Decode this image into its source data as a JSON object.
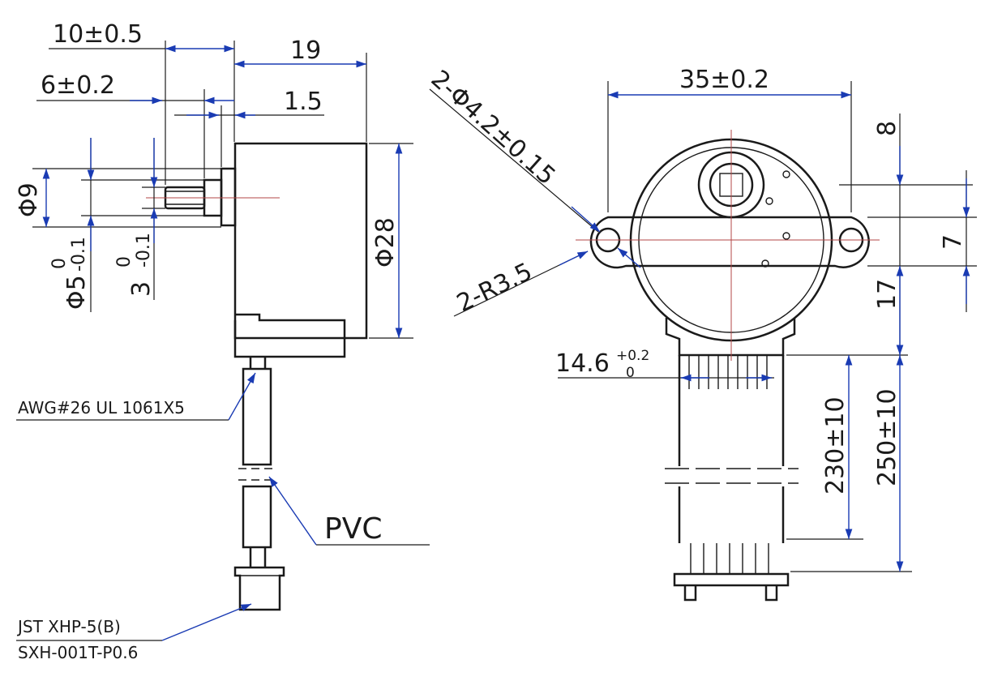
{
  "colors": {
    "line": "#1a1a1a",
    "arrow": "#1a3bb3",
    "centerline": "#b34747",
    "background": "#ffffff"
  },
  "side_view": {
    "dim_10": "10±0.5",
    "dim_19": "19",
    "dim_6": "6±0.2",
    "dim_1_5": "1.5",
    "dim_d9": "Φ9",
    "dim_d28": "Φ28",
    "dim_d5_base": "Φ5",
    "dim_d5_tol_upper": "0",
    "dim_d5_tol_lower": "-0.1",
    "dim_3_base": "3",
    "dim_3_tol_upper": "0",
    "dim_3_tol_lower": "-0.1",
    "wire_note": "AWG#26 UL 1061X5",
    "sheath_note": "PVC",
    "connector_note_line1": "JST XHP-5(B)",
    "connector_note_line2": "SXH-001T-P0.6"
  },
  "front_view": {
    "dim_35": "35±0.2",
    "dim_holes": "2-Φ4.2±0.15",
    "dim_radius": "2-R3.5",
    "dim_8": "8",
    "dim_7": "7",
    "dim_17": "17",
    "dim_14_6_base": "14.6",
    "dim_14_6_tol_upper": "+0.2",
    "dim_14_6_tol_lower": "0",
    "dim_230": "230±10",
    "dim_250": "250±10"
  }
}
